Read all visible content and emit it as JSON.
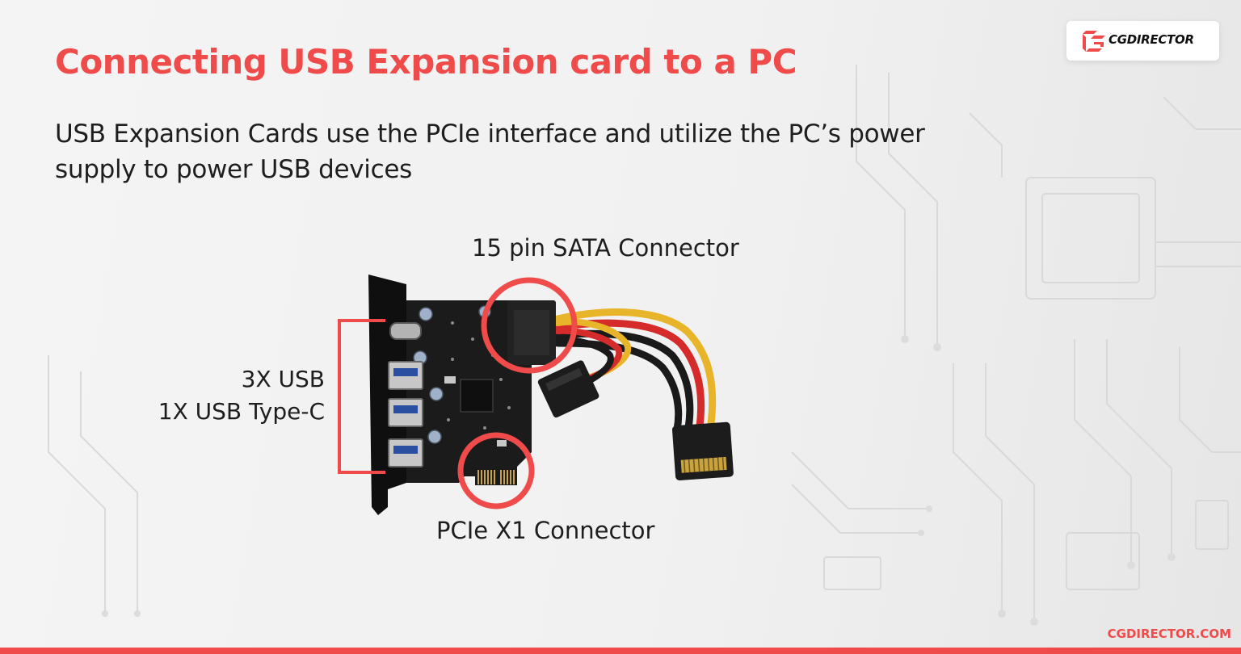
{
  "slide": {
    "title": "Connecting USB Expansion card to a PC",
    "subtitle": "USB Expansion Cards use the PCIe interface and utilize the PC’s power supply to power USB devices"
  },
  "annotations": {
    "sata": "15 pin SATA Connector",
    "pcie": "PCIe X1 Connector",
    "usb_line1": "3X USB",
    "usb_line2": "1X USB Type-C"
  },
  "branding": {
    "logo_text": "CGDIRECTOR",
    "footer_url": "CGDIRECTOR.COM"
  },
  "colors": {
    "accent": "#ef4b4b",
    "text": "#1e1e1e",
    "pcb": "#1b1b1b"
  },
  "icons": {
    "logo": "cg-logo-icon",
    "card": "usb-expansion-card-image"
  }
}
